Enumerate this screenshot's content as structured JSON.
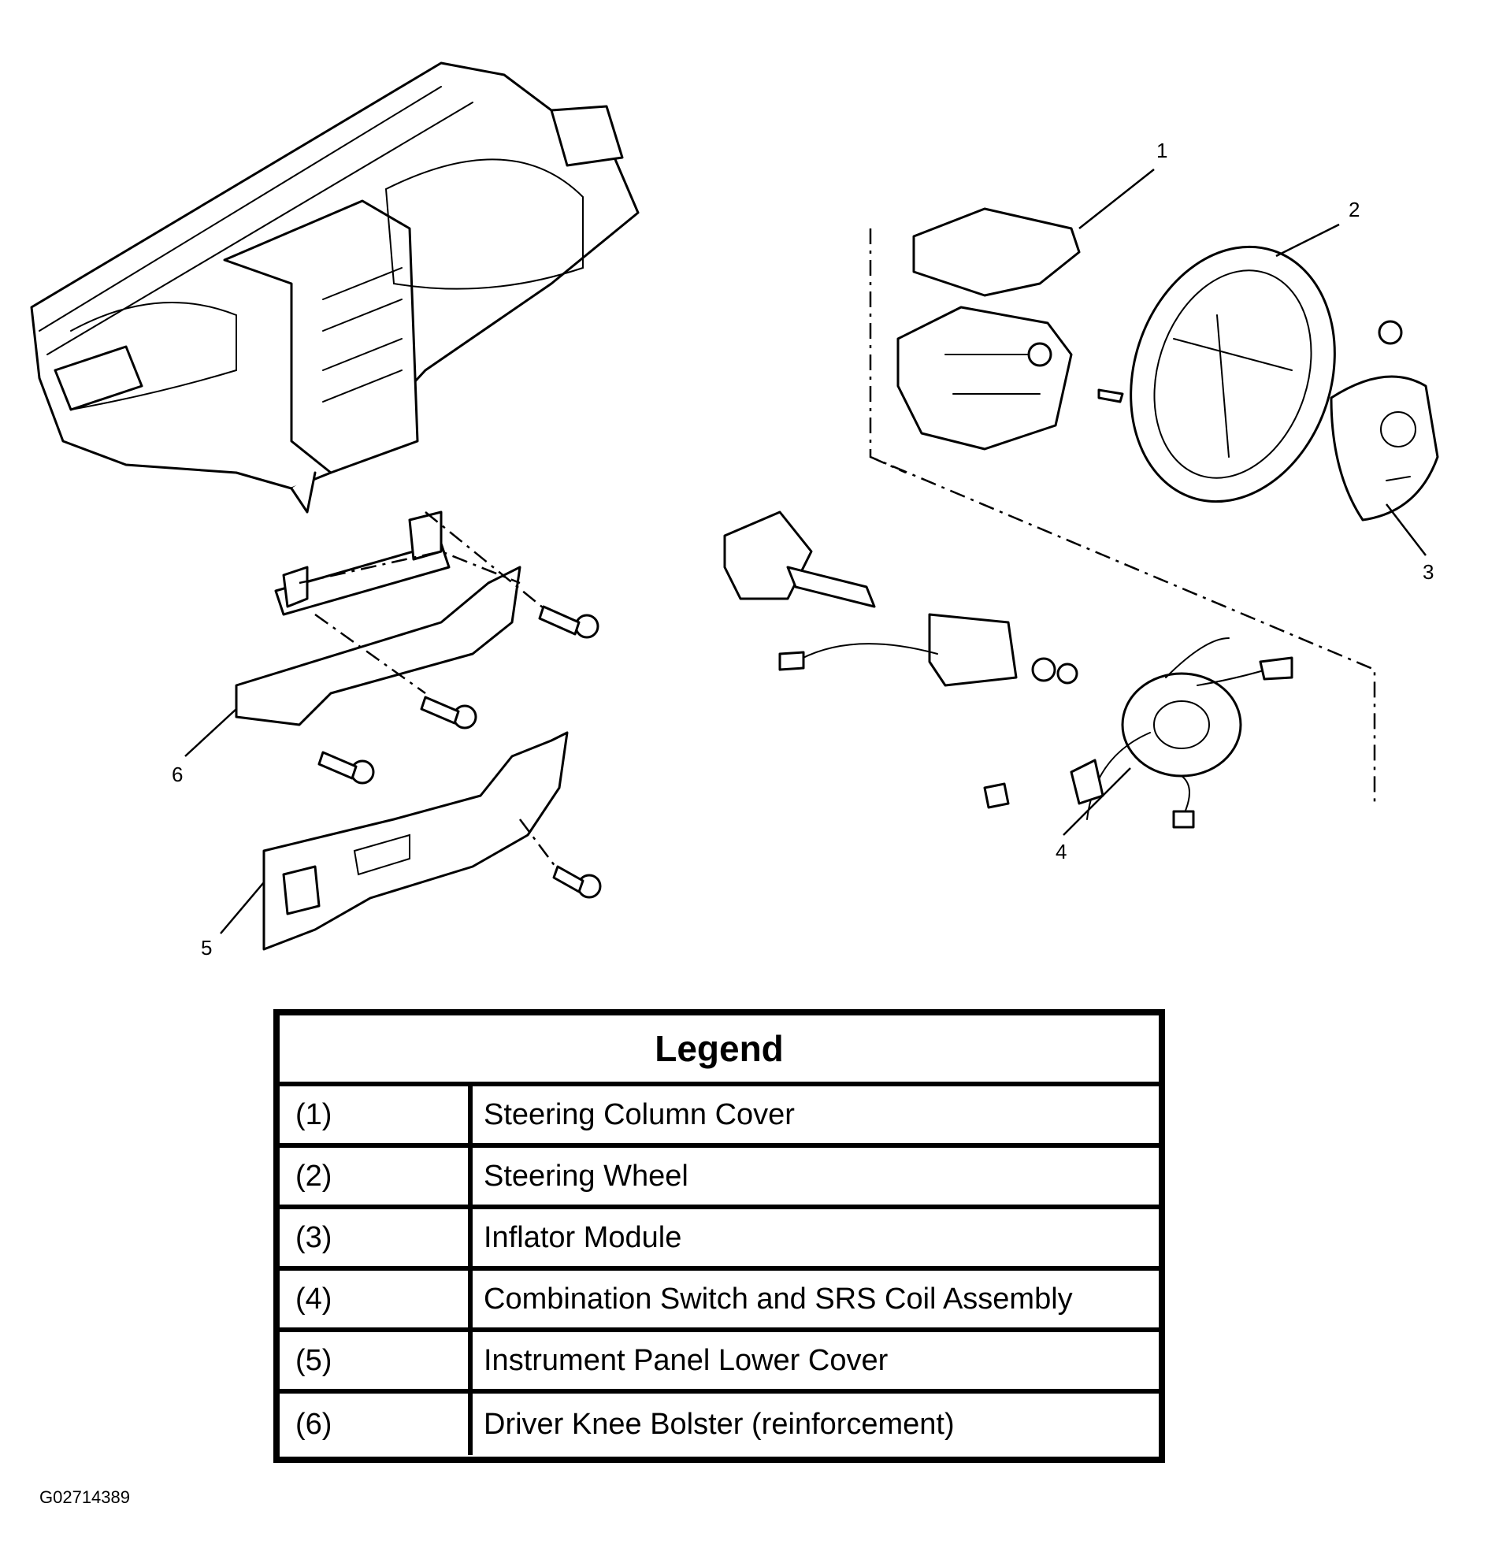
{
  "callouts": [
    "1",
    "2",
    "3",
    "4",
    "5",
    "6"
  ],
  "legend": {
    "title": "Legend",
    "rows": [
      {
        "num": "(1)",
        "desc": "Steering Column Cover"
      },
      {
        "num": "(2)",
        "desc": "Steering Wheel"
      },
      {
        "num": "(3)",
        "desc": "Inflator Module"
      },
      {
        "num": "(4)",
        "desc": "Combination Switch and SRS Coil Assembly"
      },
      {
        "num": "(5)",
        "desc": "Instrument Panel Lower Cover"
      },
      {
        "num": "(6)",
        "desc": "Driver Knee Bolster (reinforcement)"
      }
    ]
  },
  "figure_id": "G02714389"
}
